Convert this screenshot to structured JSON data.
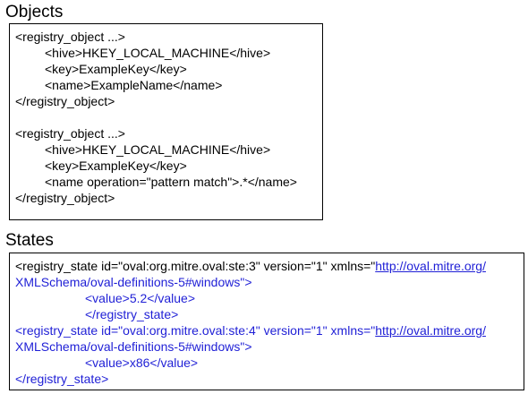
{
  "objects": {
    "title": "Objects",
    "lines": [
      "<registry_object ...>",
      "<hive>HKEY_LOCAL_MACHINE</hive>",
      "<key>ExampleKey</key>",
      "<name>ExampleName</name>",
      "</registry_object>",
      "<registry_object ...>",
      "<hive>HKEY_LOCAL_MACHINE</hive>",
      "<key>ExampleKey</key>",
      "<name operation=\"pattern match\">.*</name>",
      "</registry_object>"
    ]
  },
  "states": {
    "title": "States",
    "state1": {
      "open_prefix": "<registry_state id=\"oval:org.mitre.oval:ste:3\" version=\"1\" xmlns=\"",
      "link_part1": "http://oval.mitre.org/",
      "link_part2": "XMLSchema/oval-definitions-5#windows",
      "open_suffix": "\">",
      "value": "<value>5.2</value>",
      "close": "</registry_state>"
    },
    "state2": {
      "open_prefix": "<registry_state id=\"oval:org.mitre.oval:ste:4\" version=\"1\" xmlns=\"",
      "link_part1": "http://oval.mitre.org/",
      "link_part2": "XMLSchema/oval-definitions-5#windows",
      "open_suffix": "\">",
      "value": "<value>x86</value>",
      "close": "</registry_state>"
    }
  },
  "colors": {
    "text": "#000000",
    "accent_blue": "#1f1fd6",
    "border": "#000000"
  }
}
